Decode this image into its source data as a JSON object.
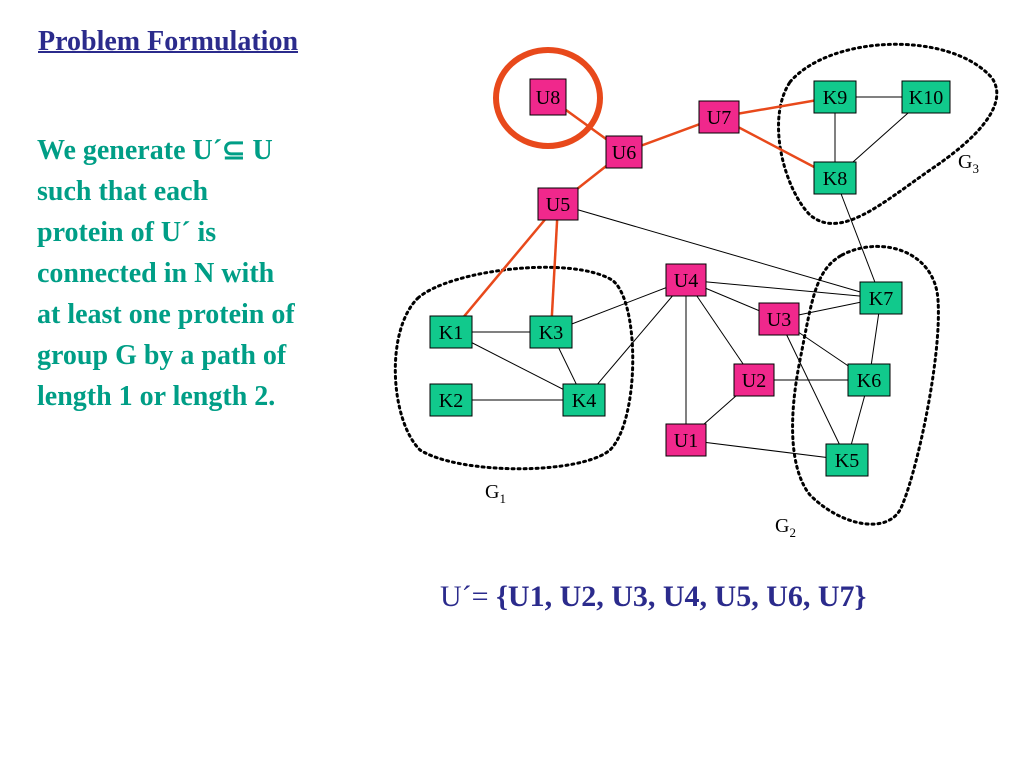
{
  "slide": {
    "title": "Problem Formulation",
    "body_lines": [
      "We generate U´⊆ U",
      "such that each",
      "protein of U´ is",
      "connected in N with",
      "at least one protein of",
      "group G  by a path of",
      "length 1 or length 2."
    ],
    "result_prefix": "U´= ",
    "result_values": "{U1, U2, U3, U4, U5, U6, U7}"
  },
  "diagram": {
    "nodes": [
      {
        "id": "U8",
        "type": "U"
      },
      {
        "id": "U7",
        "type": "U"
      },
      {
        "id": "U6",
        "type": "U"
      },
      {
        "id": "U5",
        "type": "U"
      },
      {
        "id": "U4",
        "type": "U"
      },
      {
        "id": "U3",
        "type": "U"
      },
      {
        "id": "U2",
        "type": "U"
      },
      {
        "id": "U1",
        "type": "U"
      },
      {
        "id": "K9",
        "type": "K"
      },
      {
        "id": "K10",
        "type": "K"
      },
      {
        "id": "K8",
        "type": "K"
      },
      {
        "id": "K7",
        "type": "K"
      },
      {
        "id": "K6",
        "type": "K"
      },
      {
        "id": "K5",
        "type": "K"
      },
      {
        "id": "K1",
        "type": "K"
      },
      {
        "id": "K3",
        "type": "K"
      },
      {
        "id": "K2",
        "type": "K"
      },
      {
        "id": "K4",
        "type": "K"
      }
    ],
    "edges": [
      {
        "from": "U8",
        "to": "U6",
        "highlight": true
      },
      {
        "from": "U6",
        "to": "U7",
        "highlight": true
      },
      {
        "from": "U6",
        "to": "U5",
        "highlight": true
      },
      {
        "from": "U7",
        "to": "K9",
        "highlight": true
      },
      {
        "from": "U7",
        "to": "K8",
        "highlight": true
      },
      {
        "from": "U5",
        "to": "K1",
        "highlight": true
      },
      {
        "from": "U5",
        "to": "K3",
        "highlight": true
      },
      {
        "from": "K9",
        "to": "K10",
        "highlight": false
      },
      {
        "from": "K9",
        "to": "K8",
        "highlight": false
      },
      {
        "from": "K10",
        "to": "K8",
        "highlight": false
      },
      {
        "from": "K8",
        "to": "K7",
        "highlight": false
      },
      {
        "from": "U5",
        "to": "K7",
        "highlight": false
      },
      {
        "from": "U4",
        "to": "K7",
        "highlight": false
      },
      {
        "from": "U4",
        "to": "U3",
        "highlight": false
      },
      {
        "from": "U4",
        "to": "U2",
        "highlight": false
      },
      {
        "from": "U4",
        "to": "U1",
        "highlight": false
      },
      {
        "from": "U4",
        "to": "K4",
        "highlight": false
      },
      {
        "from": "U3",
        "to": "K7",
        "highlight": false
      },
      {
        "from": "U3",
        "to": "K6",
        "highlight": false
      },
      {
        "from": "U3",
        "to": "K5",
        "highlight": false
      },
      {
        "from": "U2",
        "to": "K6",
        "highlight": false
      },
      {
        "from": "U2",
        "to": "U1",
        "highlight": false
      },
      {
        "from": "U1",
        "to": "K5",
        "highlight": false
      },
      {
        "from": "K7",
        "to": "K6",
        "highlight": false
      },
      {
        "from": "K6",
        "to": "K5",
        "highlight": false
      },
      {
        "from": "K1",
        "to": "K3",
        "highlight": false
      },
      {
        "from": "K1",
        "to": "K4",
        "highlight": false
      },
      {
        "from": "K3",
        "to": "U4",
        "highlight": false
      },
      {
        "from": "K3",
        "to": "K4",
        "highlight": false
      },
      {
        "from": "K2",
        "to": "K4",
        "highlight": false
      }
    ],
    "groups": [
      {
        "name": "G",
        "sub": "1"
      },
      {
        "name": "G",
        "sub": "2"
      },
      {
        "name": "G",
        "sub": "3"
      }
    ],
    "circled_node": "U8",
    "colors": {
      "u_node": "#f0288c",
      "k_node": "#11c98c",
      "highlight_edge": "#e8491b",
      "circle": "#e8491b",
      "edge": "#000000",
      "title": "#2b2b8c",
      "body": "#009e86"
    }
  }
}
